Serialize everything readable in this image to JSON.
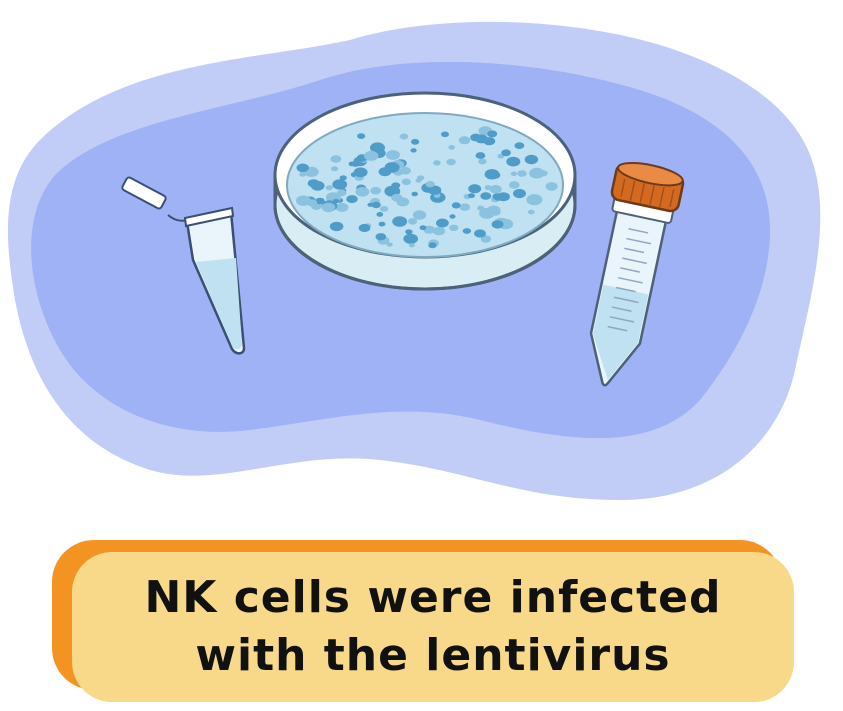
{
  "caption": {
    "text": "NK cells were infected with the lentivirus"
  },
  "illustration": {
    "items": [
      "microcentrifuge-tube",
      "petri-dish",
      "conical-tube"
    ],
    "colors": {
      "blob_light": "#c2cdf7",
      "blob_dark": "#9fb2f5",
      "liquid": "#bfe1f1",
      "cells_dark": "#4f9cc9",
      "cells_light": "#8ac2e0",
      "cap": "#d46a22",
      "caption_bg": "#f8d98a",
      "caption_shadow": "#f39322"
    }
  }
}
